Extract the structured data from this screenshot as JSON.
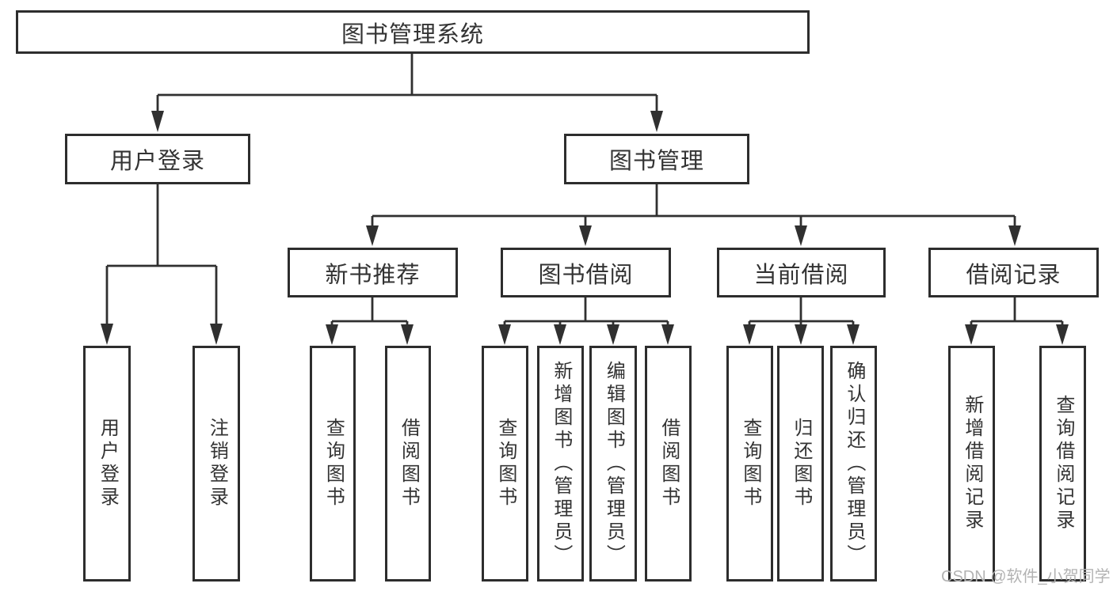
{
  "tree": {
    "root": {
      "label": "图书管理系统",
      "children": [
        {
          "label": "用户登录",
          "children": [
            {
              "label": "用户登录"
            },
            {
              "label": "注销登录"
            }
          ]
        },
        {
          "label": "图书管理",
          "children": [
            {
              "label": "新书推荐",
              "children": [
                {
                  "label": "查询图书"
                },
                {
                  "label": "借阅图书"
                }
              ]
            },
            {
              "label": "图书借阅",
              "children": [
                {
                  "label": "查询图书"
                },
                {
                  "label": "新增图书（管理员）"
                },
                {
                  "label": "编辑图书（管理员）"
                },
                {
                  "label": "借阅图书"
                }
              ]
            },
            {
              "label": "当前借阅",
              "children": [
                {
                  "label": "查询图书"
                },
                {
                  "label": "归还图书"
                },
                {
                  "label": "确认归还（管理员）"
                }
              ]
            },
            {
              "label": "借阅记录",
              "children": [
                {
                  "label": "新增借阅记录"
                },
                {
                  "label": "查询借阅记录"
                }
              ]
            }
          ]
        }
      ]
    }
  },
  "watermark": {
    "text": "CSDN @软件_小贺同学"
  },
  "colors": {
    "line": "#303030",
    "box_border": "#2d2d2d",
    "text": "#333333",
    "watermark": "#b3b3b3",
    "background": "#ffffff"
  }
}
